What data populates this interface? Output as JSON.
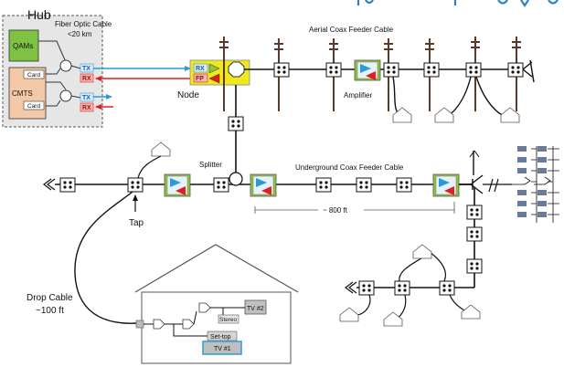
{
  "hub": {
    "title": "Hub",
    "qams": "QAMs",
    "cmts": "CMTS",
    "card": "Card"
  },
  "fiber": {
    "label": "Fiber Optic Cable",
    "distance": "<20 km"
  },
  "ports": {
    "tx": "TX",
    "rx": "RX",
    "fp": "FP"
  },
  "labels": {
    "aerial": "Aerial Coax Feeder Cable",
    "node": "Node",
    "amplifier": "Amplifier",
    "splitter": "Splitter",
    "underground": "Underground Coax Feeder Cable",
    "tap": "Tap",
    "distance": "~ 800 ft",
    "drop_cable_1": "Drop Cable",
    "drop_cable_2": "~100 ft"
  },
  "house": {
    "tv2": "TV #2",
    "stereo": "Stereo",
    "settop": "Set-top",
    "tv1": "TV #1"
  },
  "colors": {
    "title_blue": "#2f7fc1",
    "tx_blue": "#2c9ad6",
    "rx_red": "#e02020",
    "node_yellow": "#f0e81e",
    "amp_green": "#8cc63f",
    "qam_green": "#7dc242",
    "cmts_peach": "#f4c9a8"
  }
}
